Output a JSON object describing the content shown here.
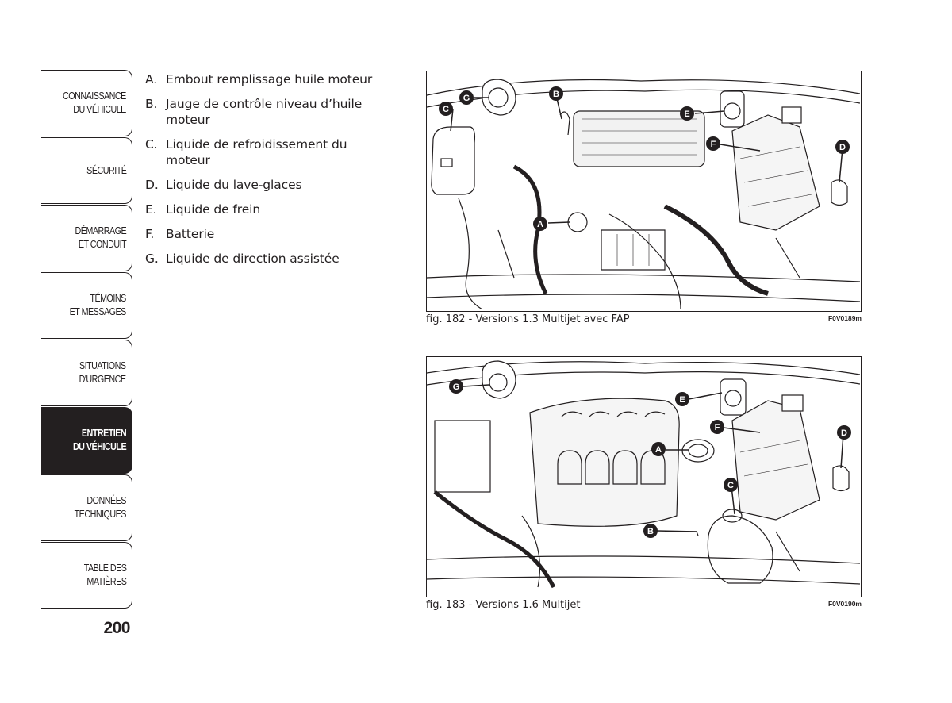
{
  "sidebar": {
    "tabs": [
      {
        "label": "CONNAISSANCE\nDU VÉHICULE",
        "active": false
      },
      {
        "label": "SÉCURITÉ",
        "active": false
      },
      {
        "label": "DÉMARRAGE\nET CONDUIT",
        "active": false
      },
      {
        "label": "TÉMOINS\nET MESSAGES",
        "active": false
      },
      {
        "label": "SITUATIONS\nD'URGENCE",
        "active": false
      },
      {
        "label": "ENTRETIEN\nDU VÉHICULE",
        "active": true
      },
      {
        "label": "DONNÉES\nTECHNIQUES",
        "active": false
      },
      {
        "label": "TABLE DES\nMATIÈRES",
        "active": false
      }
    ]
  },
  "page_number": "200",
  "legend": [
    {
      "key": "A.",
      "text": "Embout remplissage huile moteur"
    },
    {
      "key": "B.",
      "text": "Jauge de contrôle niveau d’huile moteur"
    },
    {
      "key": "C.",
      "text": "Liquide de refroidissement du moteur"
    },
    {
      "key": "D.",
      "text": "Liquide du lave-glaces"
    },
    {
      "key": "E.",
      "text": "Liquide de frein"
    },
    {
      "key": "F.",
      "text": "Batterie"
    },
    {
      "key": "G.",
      "text": "Liquide de direction assistée"
    }
  ],
  "figures": [
    {
      "caption": "fig. 182 - Versions 1.3 Multijet avec FAP",
      "code": "F0V0189m",
      "labels": [
        "A",
        "B",
        "C",
        "D",
        "E",
        "F",
        "G"
      ]
    },
    {
      "caption": "fig. 183 - Versions 1.6 Multijet",
      "code": "F0V0190m",
      "labels": [
        "A",
        "B",
        "C",
        "D",
        "E",
        "F",
        "G"
      ]
    }
  ]
}
